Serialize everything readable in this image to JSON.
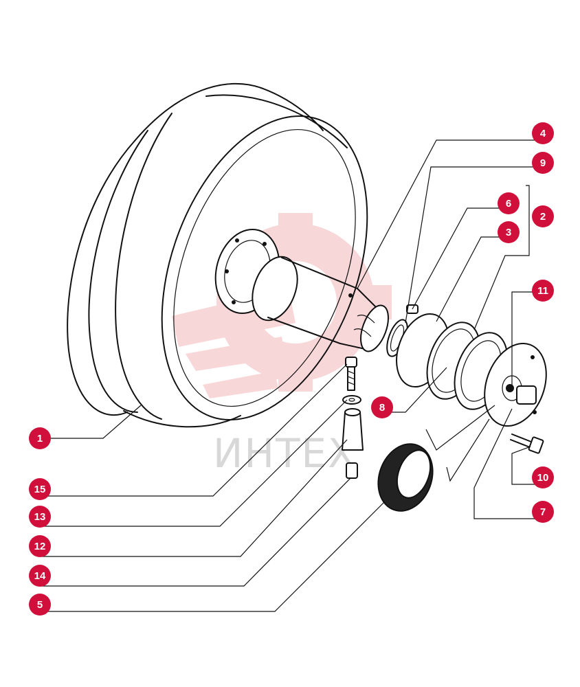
{
  "watermark": {
    "text": "ИНТЕХ",
    "color": "#d8d8d8",
    "logo_color": "#f3b7bb",
    "icon": "gear-wrench-logo-icon"
  },
  "callout_color": "#d0103a",
  "callouts": [
    {
      "id": "c1",
      "label": "1"
    },
    {
      "id": "c2",
      "label": "2"
    },
    {
      "id": "c3",
      "label": "3"
    },
    {
      "id": "c4",
      "label": "4"
    },
    {
      "id": "c5",
      "label": "5"
    },
    {
      "id": "c6",
      "label": "6"
    },
    {
      "id": "c7",
      "label": "7"
    },
    {
      "id": "c8",
      "label": "8"
    },
    {
      "id": "c9",
      "label": "9"
    },
    {
      "id": "c10",
      "label": "10"
    },
    {
      "id": "c11",
      "label": "11"
    },
    {
      "id": "c12",
      "label": "12"
    },
    {
      "id": "c13",
      "label": "13"
    },
    {
      "id": "c14",
      "label": "14"
    },
    {
      "id": "c15",
      "label": "15"
    }
  ]
}
